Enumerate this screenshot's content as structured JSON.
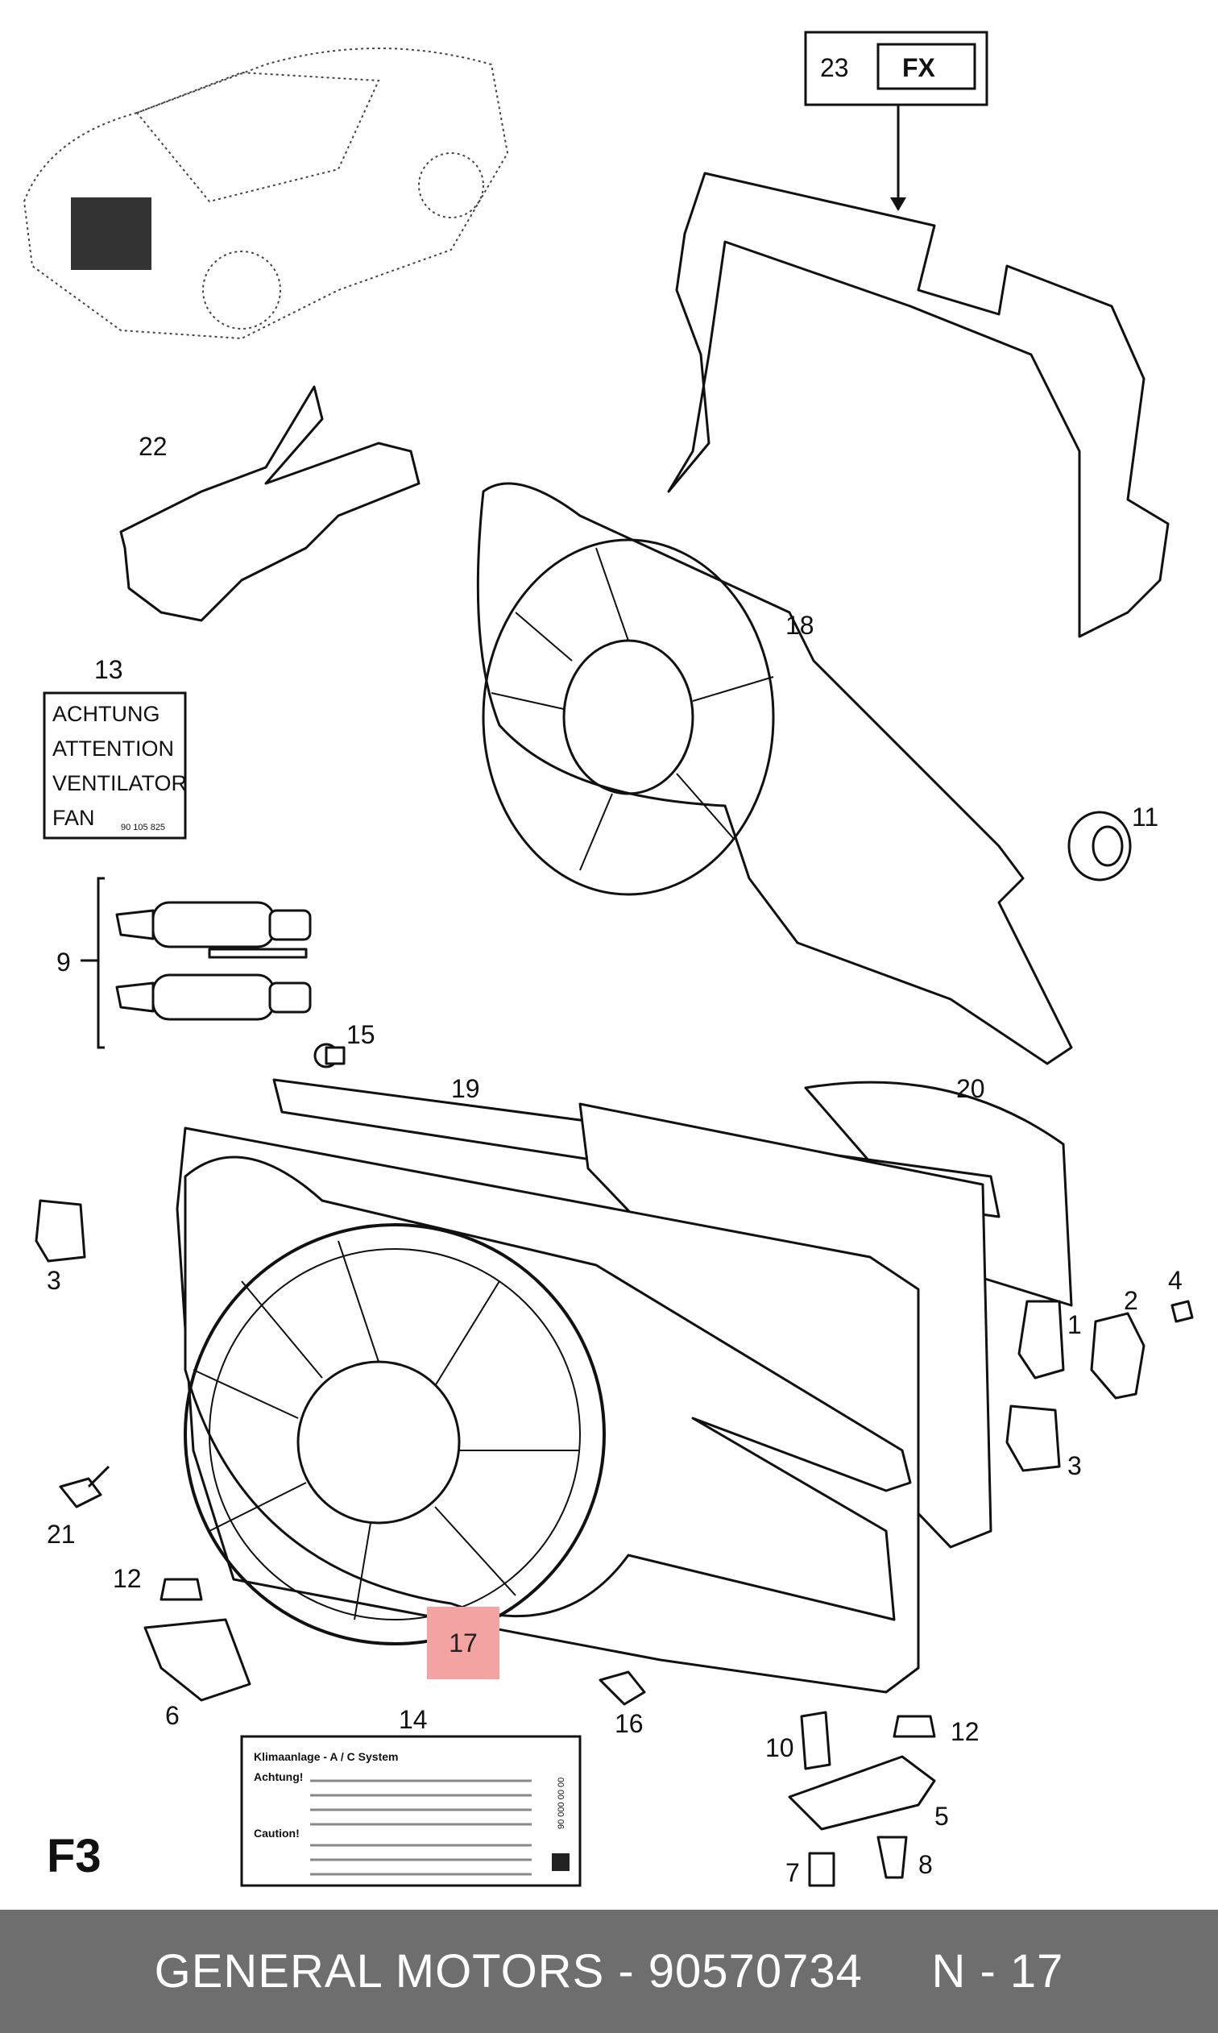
{
  "callouts": [
    "1",
    "2",
    "3",
    "3",
    "4",
    "5",
    "6",
    "7",
    "8",
    "9",
    "10",
    "11",
    "12",
    "12",
    "13",
    "14",
    "15",
    "16",
    "17",
    "18",
    "19",
    "20",
    "21",
    "22",
    "23"
  ],
  "header_box": {
    "number": "23",
    "code": "FX"
  },
  "warning_label": {
    "number": "13",
    "lines": [
      "ACHTUNG",
      "ATTENTION",
      "VENTILATOR",
      "FAN"
    ],
    "code": "90 105 825"
  },
  "ac_label": {
    "title": "Klimaanlage - A / C System",
    "achtung": "Achtung!",
    "caution": "Caution!",
    "side_code": "90 000 00 00"
  },
  "page_ref": "F3",
  "highlighted_callout": "17",
  "footer": {
    "brand": "GENERAL MOTORS",
    "separator": " - ",
    "part_number": "90570734",
    "ref": "N - 17"
  }
}
